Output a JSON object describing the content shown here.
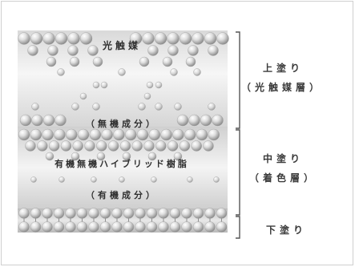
{
  "layers": {
    "top": {
      "inner_title": "光触媒",
      "inner_subtitle": "（無機成分）",
      "right_line1": "上塗り",
      "right_line2": "（光触媒層）"
    },
    "middle": {
      "inner_title": "有機無機ハイブリッド樹脂",
      "inner_subtitle": "（有機成分）",
      "right_line1": "中塗り",
      "right_line2": "（着色層）"
    },
    "bottom": {
      "right_line1": "下塗り"
    }
  },
  "colors": {
    "sphere_light": "#f2f2f2",
    "sphere_dark": "#9a9a9a",
    "layer_band": "#c8c8c8",
    "bracket": "#555555"
  }
}
